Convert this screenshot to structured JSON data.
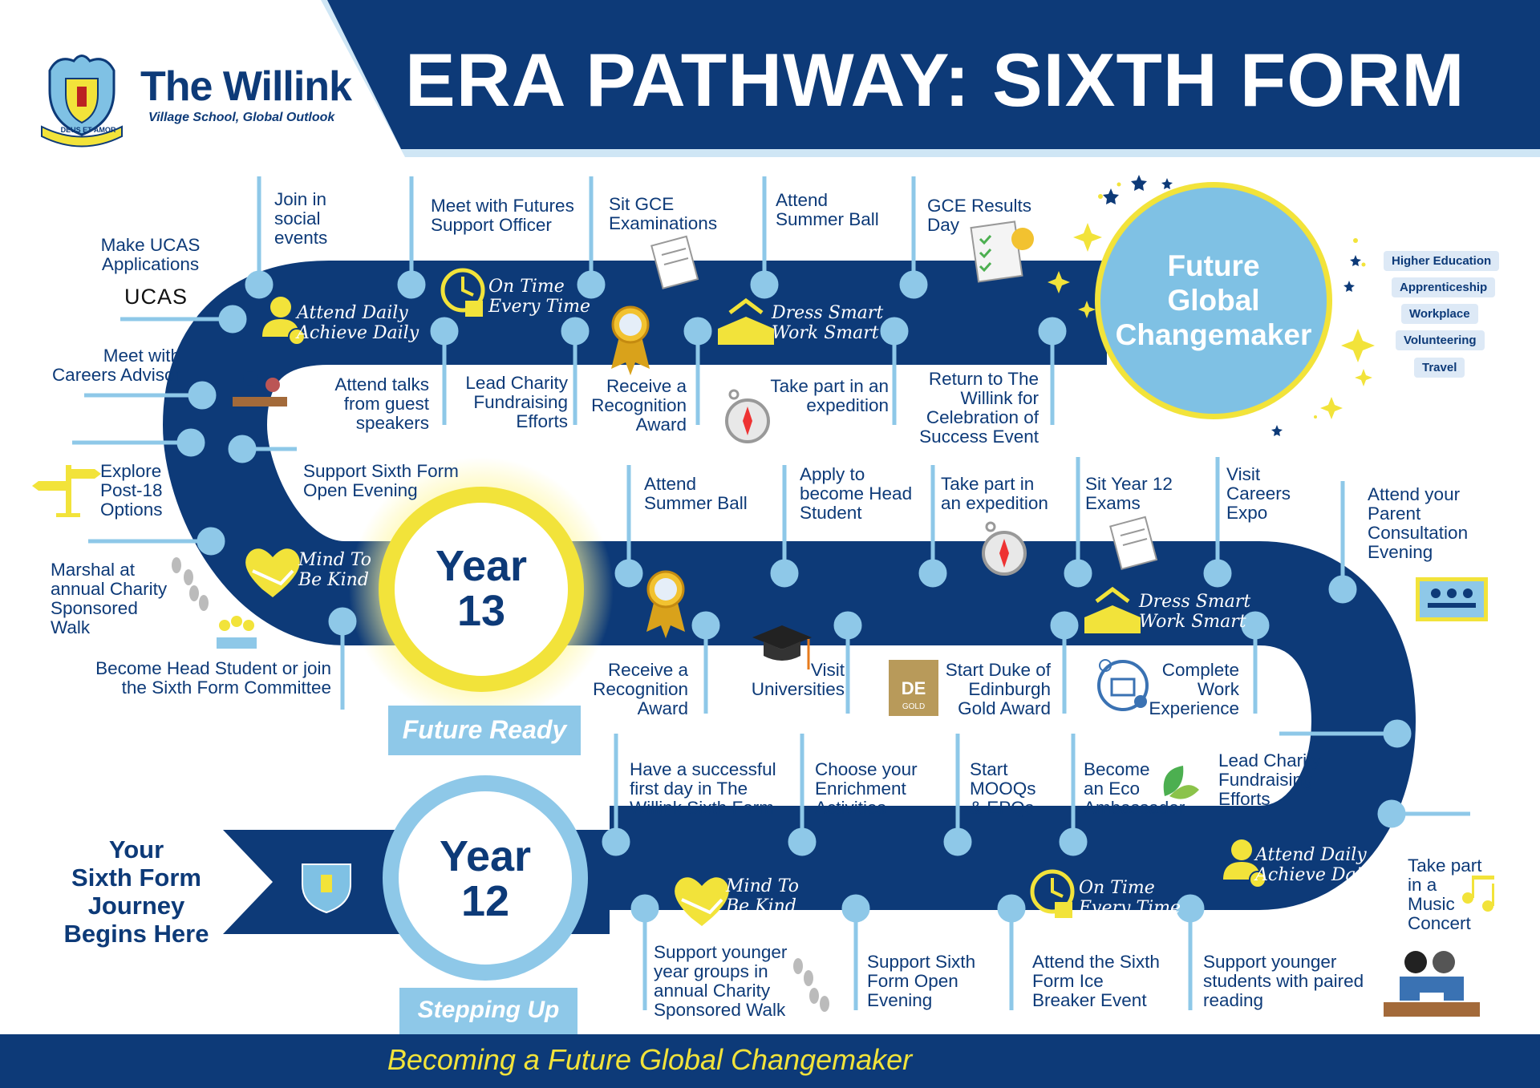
{
  "header": {
    "title": "ERA PATHWAY: SIXTH FORM",
    "school_name": "The Willink",
    "school_tagline": "Village School, Global Outlook",
    "crest_motto": "DEUS ET AMOR"
  },
  "goal": {
    "title": "Future\nGlobal\nChangemaker",
    "pathways": [
      "Higher Education",
      "Apprenticeship",
      "Workplace",
      "Volunteering",
      "Travel"
    ]
  },
  "year13": {
    "label": "Year\n13",
    "tag": "Future Ready"
  },
  "year12": {
    "label": "Year\n12",
    "tag": "Stepping Up"
  },
  "start_banner": "Your\nSixth Form\nJourney\nBegins Here",
  "footer": "Becoming a Future  Global Changemaker",
  "badges": {
    "attend_daily": "Attend Daily\nAchieve Daily",
    "on_time": "On Time\nEvery Time",
    "dress_smart": "Dress Smart\nWork Smart",
    "mind_kind": "Mind To\nBe Kind"
  },
  "logos": {
    "ucas": "UCAS",
    "dofe": "DE",
    "dofe_level": "GOLD"
  },
  "milestones": {
    "join_social": "Join in\nsocial\nevents",
    "meet_futures": "Meet with Futures\nSupport Officer",
    "sit_gce": "Sit GCE\nExaminations",
    "attend_ball_top": "Attend\nSummer Ball",
    "gce_results": "GCE Results\nDay",
    "make_ucas": "Make UCAS\nApplications",
    "careers_advisor": "Meet with\nCareers Advisor",
    "attend_talks": "Attend talks\nfrom guest\nspeakers",
    "lead_charity_top": "Lead Charity\nFundraising\nEfforts",
    "recognition_top": "Receive a\nRecognition\nAward",
    "expedition_top": "Take part in an\nexpedition",
    "return_willink": "Return to The\nWillink  for\nCelebration of\nSuccess Event",
    "explore_post18": "Explore\nPost-18\nOptions",
    "support_open_y13": "Support Sixth Form\nOpen Evening",
    "marshal_walk": "Marshal at\nannual Charity\nSponsored\nWalk",
    "head_student_join": "Become Head Student or join\nthe Sixth Form Committee",
    "attend_ball_mid": "Attend\nSummer Ball",
    "apply_head": "Apply to\nbecome Head\nStudent",
    "expedition_mid": "Take part in\nan expedition",
    "sit_y12": "Sit Year 12\nExams",
    "careers_expo": "Visit\nCareers\nExpo",
    "parent_consult": "Attend your\nParent\nConsultation\nEvening",
    "recognition_mid": "Receive a\nRecognition\nAward",
    "visit_unis": "Visit\nUniversities",
    "dofe_gold": "Start Duke of\nEdinburgh\nGold Award",
    "work_exp": "Complete\nWork\nExperience",
    "first_day": "Have a successful\nfirst day in The\nWillink Sixth Form",
    "enrichment": "Choose your\nEnrichment\nActivities",
    "mooqs": "Start\nMOOQs\n& EPQs",
    "eco": "Become\nan Eco\nAmbassador",
    "lead_charity_mid": "Lead Charity\nFundraising\nEfforts",
    "music_concert": "Take part\nin a\nMusic\nConcert",
    "support_walk": "Support younger\nyear groups in\nannual Charity\nSponsored Walk",
    "support_open_y12": "Support Sixth\nForm Open\nEvening",
    "ice_breaker": "Attend the Sixth\nForm Ice\nBreaker Event",
    "paired_reading": "Support younger\nstudents with paired\nreading"
  },
  "colors": {
    "navy": "#0d3a78",
    "light_blue": "#7fc1e4",
    "yellow": "#f2e33a",
    "pin": "#8ec8e8"
  }
}
